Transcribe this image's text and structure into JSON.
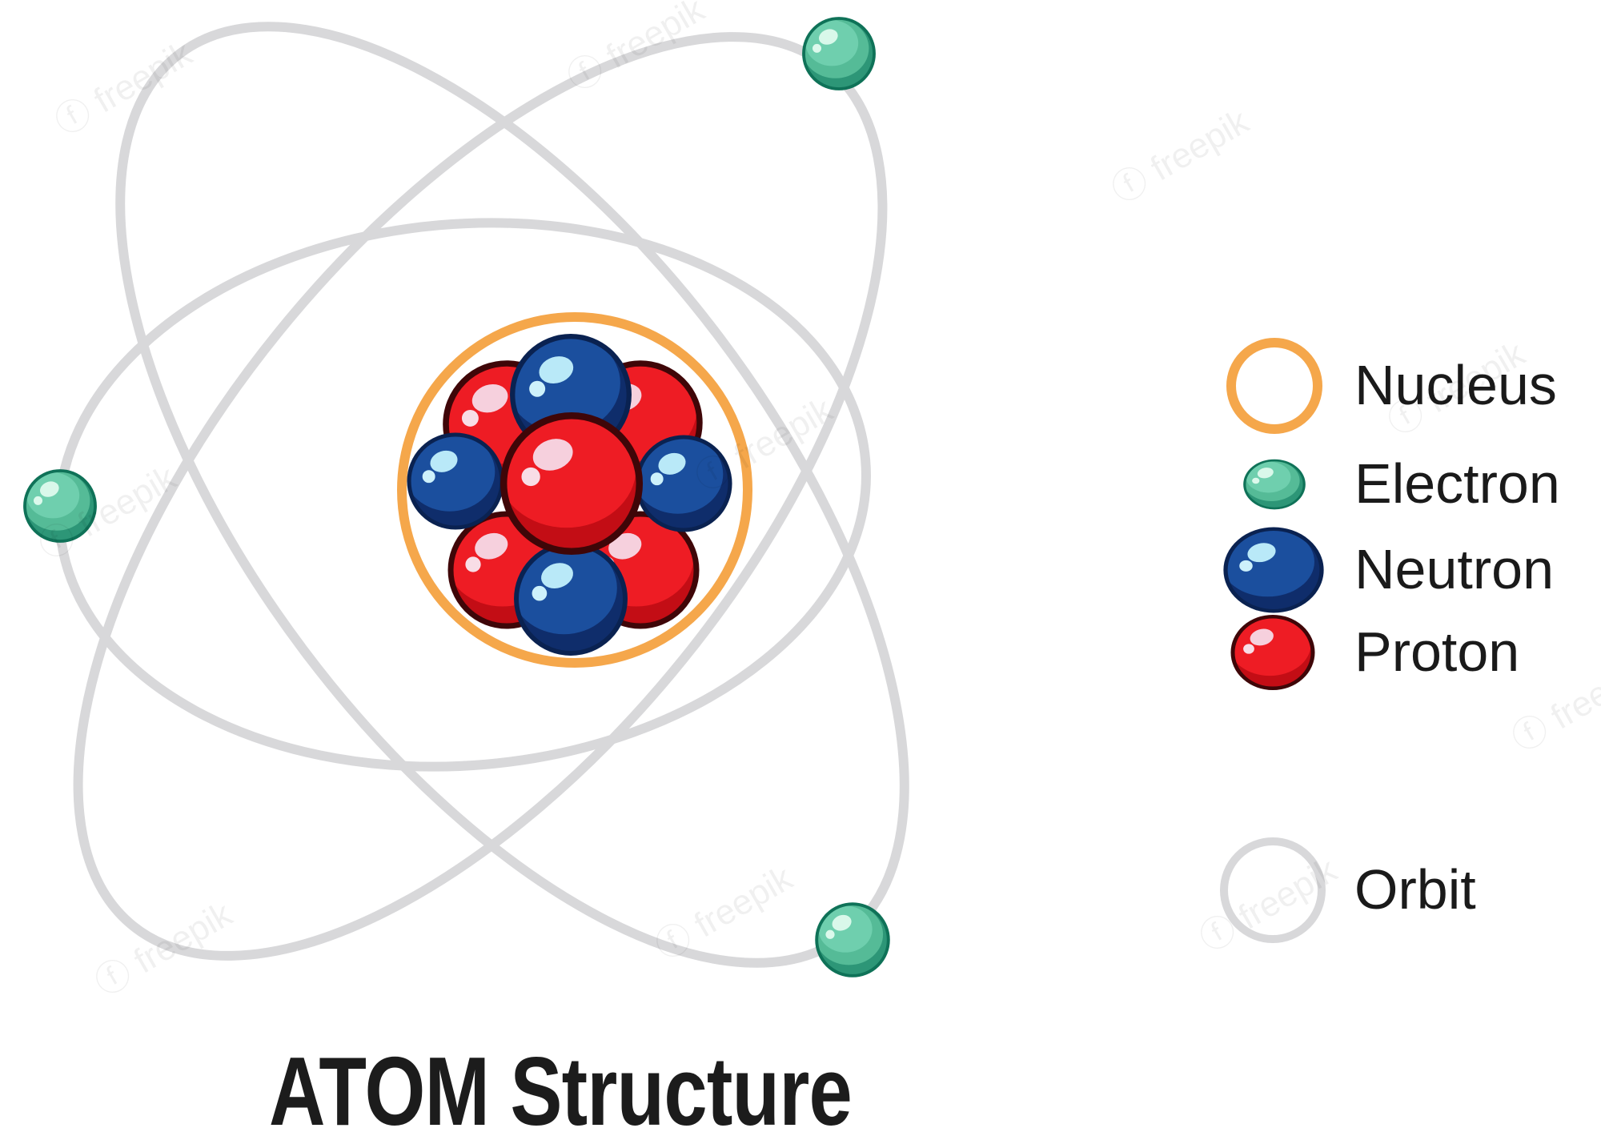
{
  "title": "ATOM Structure",
  "legend": {
    "items": [
      {
        "id": "nucleus",
        "label": "Nucleus",
        "swatch": "orange-ring"
      },
      {
        "id": "electron",
        "label": "Electron",
        "swatch": "green-sphere"
      },
      {
        "id": "neutron",
        "label": "Neutron",
        "swatch": "blue-sphere"
      },
      {
        "id": "proton",
        "label": "Proton",
        "swatch": "red-sphere"
      },
      {
        "id": "orbit",
        "label": "Orbit",
        "swatch": "gray-ring"
      }
    ]
  },
  "diagram": {
    "orbit_count": 3,
    "electron_count": 3,
    "nucleus": {
      "visible_proton_count": 5,
      "visible_neutron_count": 4
    }
  },
  "colors": {
    "background": "#ffffff",
    "orbit_gray": "#d8d8da",
    "nucleus_ring_orange": "#f5a74b",
    "proton_red": "#ee1c24",
    "proton_red_dark": "#c30d15",
    "neutron_blue": "#1b4f9e",
    "neutron_blue_dark": "#0f2d6b",
    "electron_green": "#55bb97",
    "electron_green_dark": "#2d9677",
    "text": "#1a1a1a"
  },
  "watermark": {
    "text": "ⓕ freepik"
  }
}
